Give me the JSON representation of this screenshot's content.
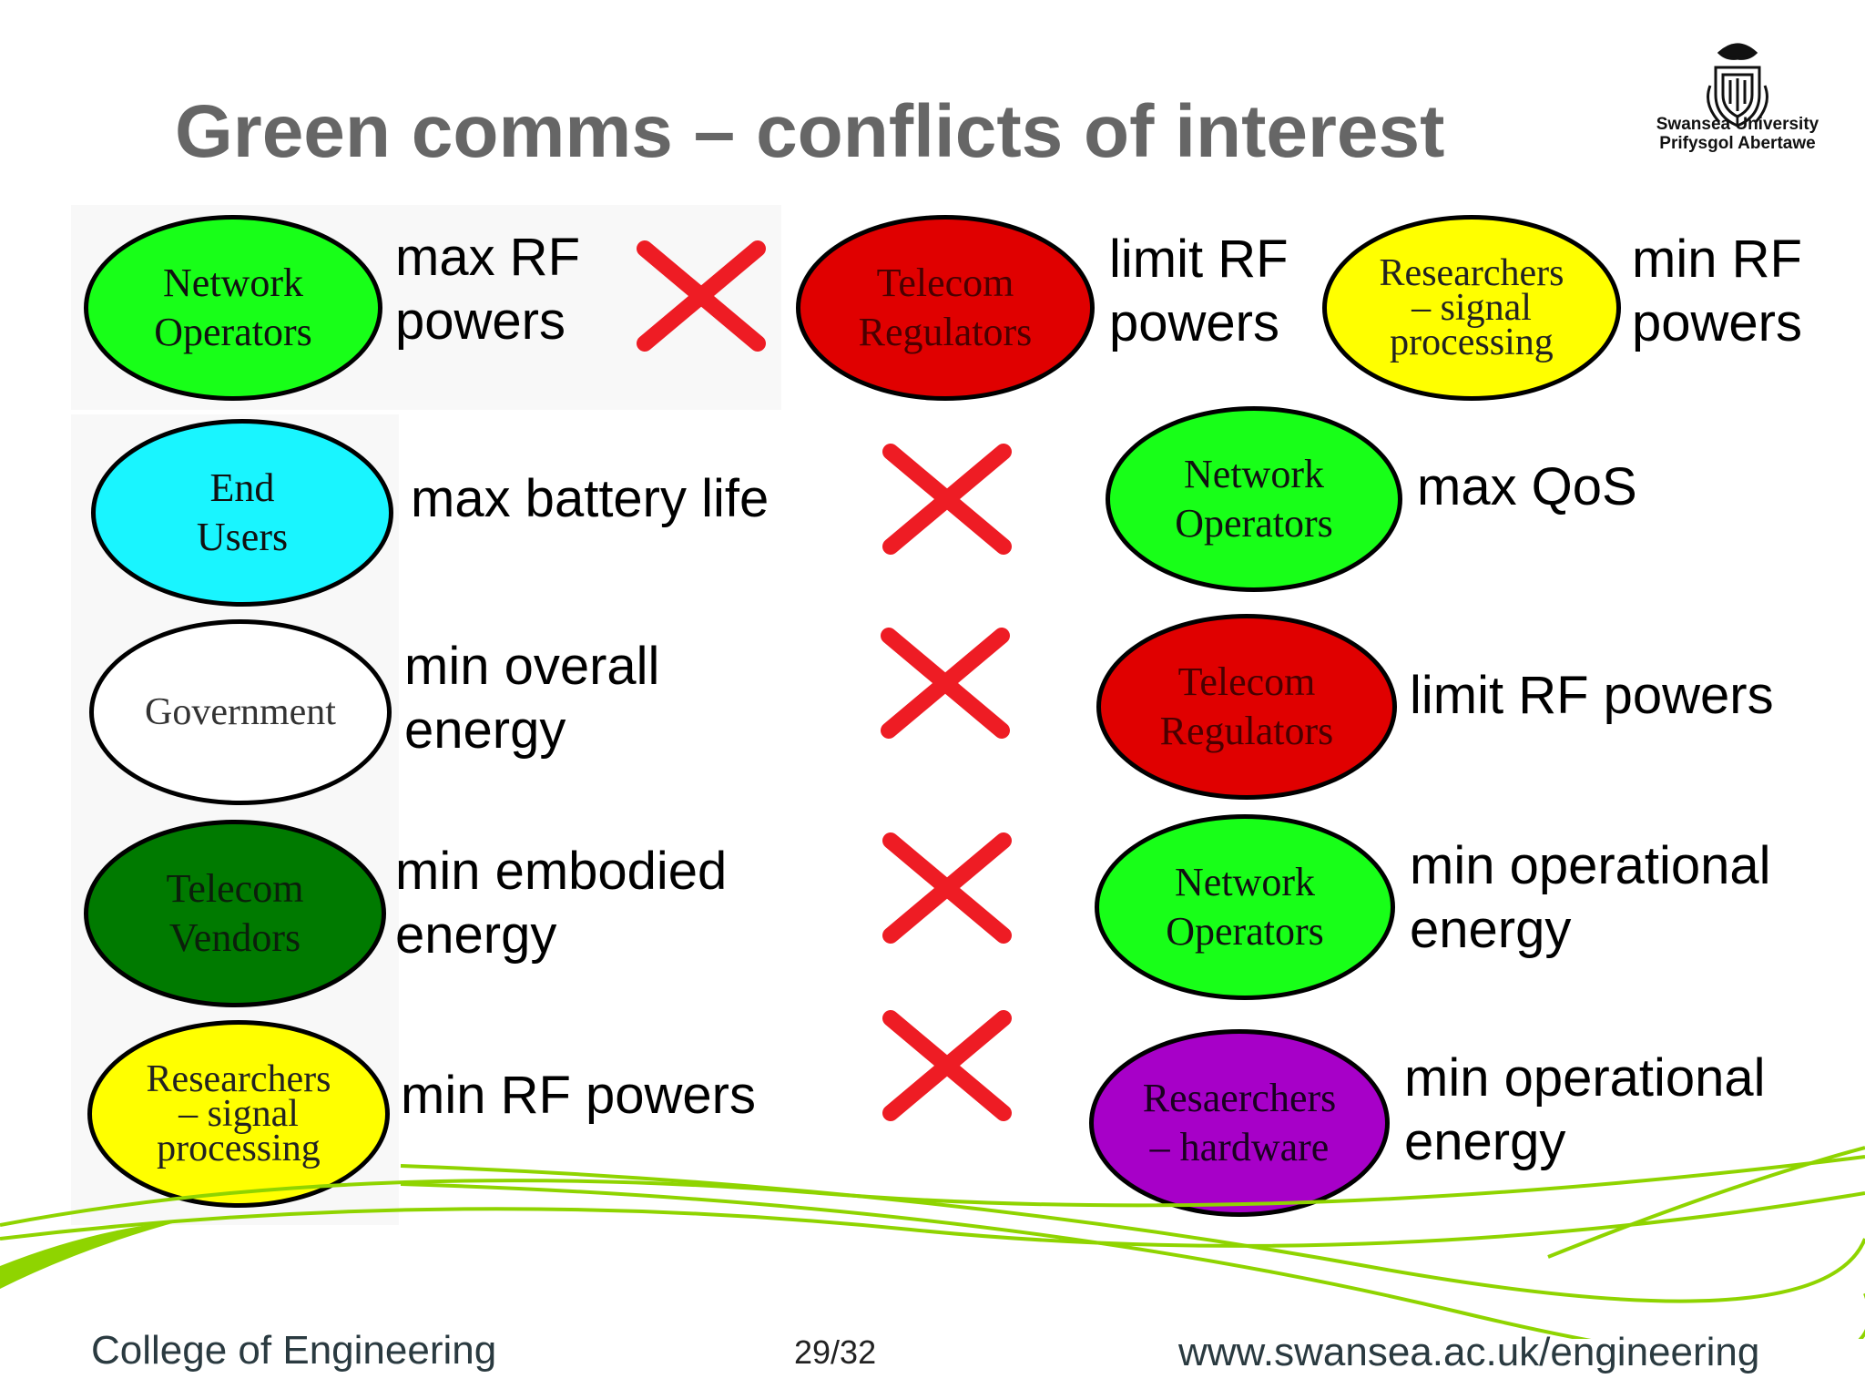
{
  "slide": {
    "title": "Green comms – conflicts of interest",
    "logo": {
      "icon": "university-crest-icon",
      "line1": "Swansea University",
      "line2": "Prifysgol Abertawe"
    },
    "top_row": [
      {
        "actor": "Network\nOperators",
        "goal": "max RF\npowers",
        "fill": "#18ff18"
      },
      {
        "actor": "Telecom\nRegulators",
        "goal": "limit RF\npowers",
        "fill": "#e00000"
      },
      {
        "actor": "Researchers\n– signal\nprocessing",
        "goal": "min RF\npowers",
        "fill": "#ffff00"
      }
    ],
    "conflicts": [
      {
        "left_actor": "End\nUsers",
        "left_goal": "max battery life",
        "left_fill": "#19f5ff",
        "right_actor": "Network\nOperators",
        "right_goal": "max QoS",
        "right_fill": "#18ff18"
      },
      {
        "left_actor": "Government",
        "left_goal": "min overall\nenergy",
        "left_fill": "#ffffff",
        "right_actor": "Telecom\nRegulators",
        "right_goal": "limit RF powers",
        "right_fill": "#e00000"
      },
      {
        "left_actor": "Telecom\nVendors",
        "left_goal": "min embodied\nenergy",
        "left_fill": "#007a00",
        "right_actor": "Network\nOperators",
        "right_goal": "min operational\nenergy",
        "right_fill": "#18ff18"
      },
      {
        "left_actor": "Researchers\n– signal\nprocessing",
        "left_goal": "min RF powers",
        "left_fill": "#ffff00",
        "right_actor": "Resaerchers\n– hardware",
        "right_goal": "min operational\nenergy",
        "right_fill": "#a700c8"
      }
    ],
    "conflict_icon": "red-cross-icon",
    "colors": {
      "cross": "#ee1c24",
      "swoosh": "#8fd400",
      "title": "#666666"
    }
  },
  "footer": {
    "college": "College of Engineering",
    "page": "29/32",
    "url": "www.swansea.ac.uk/engineering"
  }
}
